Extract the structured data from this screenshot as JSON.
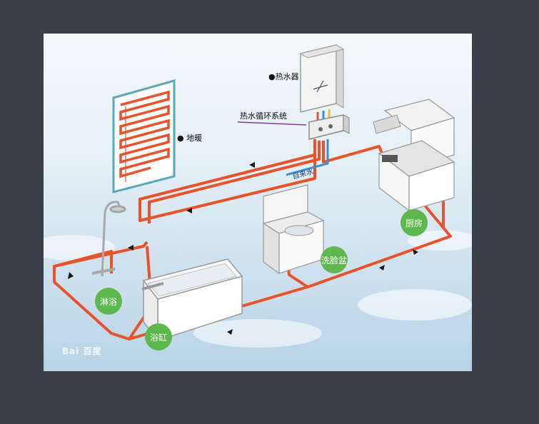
{
  "labels": {
    "water_heater": "●热水器",
    "circulation_system": "热水循环系统",
    "floor_heating": "● 地暖",
    "tap_water": "自来水",
    "shower": "淋浴",
    "bathtub": "浴缸",
    "washbasin": "洗脸盆",
    "kitchen": "厨房"
  },
  "watermark": "Bai 百度",
  "colors": {
    "hot_pipe": "#e8532b",
    "cold_pipe": "#3a8fd8",
    "bubble": "#5fb84e",
    "background": "#3b3f4a"
  }
}
